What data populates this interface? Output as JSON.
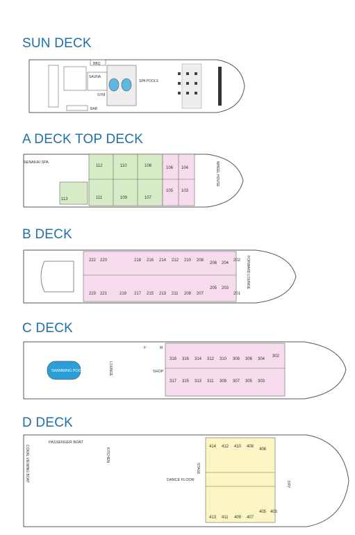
{
  "colors": {
    "title": "#1e6fa8",
    "outline": "#555555",
    "green": "#d7ecc6",
    "pink": "#f6dcec",
    "yellow": "#fbf5c4",
    "pool": "#2a9fd8"
  },
  "decks": {
    "sun": {
      "title": "SUN DECK",
      "labels": {
        "bbq": "BBQ",
        "sauna": "SAUNA",
        "gym": "GYM",
        "spa_pools": "SPA POOLS",
        "bar": "BAR"
      }
    },
    "a": {
      "title": "A DECK TOP DECK",
      "labels": {
        "spa": "SENAKAI SPA",
        "wheel": "WHEEL HOUSE"
      },
      "cabins_top": [
        "112",
        "110",
        "108"
      ],
      "cabins_bottom": [
        "111",
        "109",
        "107"
      ],
      "cabin_left": "113",
      "pink_top": [
        "106",
        "104"
      ],
      "pink_bottom": [
        "105",
        "103"
      ]
    },
    "b": {
      "title": "B DECK",
      "labels": {
        "forward": "FORWARD LOUNGE"
      },
      "cabins_top": [
        "222",
        "220",
        "218",
        "216",
        "214",
        "212",
        "210",
        "208",
        "206",
        "204",
        "202"
      ],
      "cabins_bottom": [
        "223",
        "221",
        "219",
        "217",
        "215",
        "213",
        "211",
        "209",
        "207",
        "205",
        "203",
        "201"
      ]
    },
    "c": {
      "title": "C DECK",
      "labels": {
        "pool": "SWIMMING POOL",
        "lounge": "LOUNGE",
        "shop": "SHOP",
        "f": "F",
        "m": "M"
      },
      "cabins_top": [
        "318",
        "316",
        "314",
        "312",
        "310",
        "308",
        "306",
        "304",
        "302"
      ],
      "cabins_bottom": [
        "317",
        "315",
        "313",
        "311",
        "309",
        "307",
        "305",
        "303"
      ]
    },
    "d": {
      "title": "D DECK",
      "labels": {
        "passenger_boat": "PASSENGER BOAT",
        "kitchen": "KITCHEN",
        "dance_floor": "DANCE FLOOR",
        "stage": "STAGE",
        "coral": "CORAL VIEWING BOAT",
        "dry": "DRY"
      },
      "cabins_top": [
        "414",
        "412",
        "410",
        "408",
        "406"
      ],
      "cabins_bottom": [
        "413",
        "411",
        "409",
        "407",
        "405",
        "403"
      ]
    }
  }
}
